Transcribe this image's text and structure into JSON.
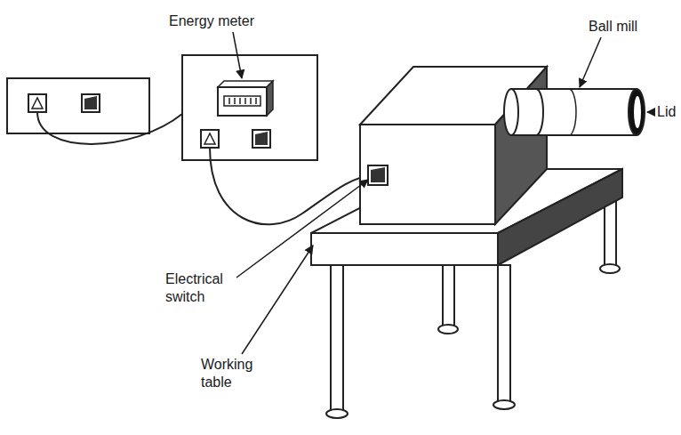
{
  "diagram": {
    "labels": [
      "Energy meter",
      "Ball mill",
      "Lid",
      "Electrical switch",
      "Working table"
    ]
  }
}
